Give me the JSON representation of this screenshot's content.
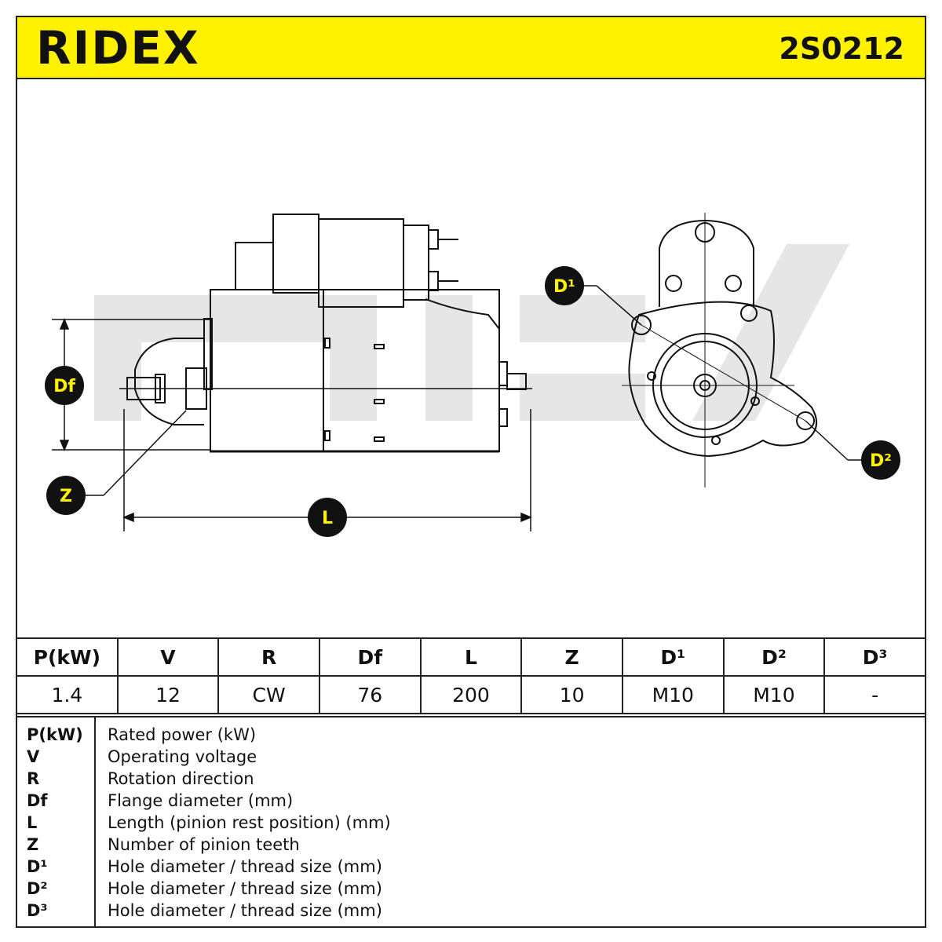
{
  "header": {
    "brand": "RIDEX",
    "part_number": "2S0212"
  },
  "diagram_labels": {
    "df": "Df",
    "z": "Z",
    "l": "L",
    "d1": "D¹",
    "d2": "D²"
  },
  "spec_table": {
    "headers": [
      "P(kW)",
      "V",
      "R",
      "Df",
      "L",
      "Z",
      "D¹",
      "D²",
      "D³"
    ],
    "values": [
      "1.4",
      "12",
      "CW",
      "76",
      "200",
      "10",
      "M10",
      "M10",
      "-"
    ]
  },
  "legend": [
    {
      "symbol": "P(kW)",
      "description": "Rated power (kW)"
    },
    {
      "symbol": "V",
      "description": "Operating voltage"
    },
    {
      "symbol": "R",
      "description": "Rotation direction"
    },
    {
      "symbol": "Df",
      "description": "Flange diameter (mm)"
    },
    {
      "symbol": "L",
      "description": "Length (pinion rest position) (mm)"
    },
    {
      "symbol": "Z",
      "description": "Number of pinion teeth"
    },
    {
      "symbol": "D¹",
      "description": "Hole diameter / thread size (mm)"
    },
    {
      "symbol": "D²",
      "description": "Hole diameter / thread size (mm)"
    },
    {
      "symbol": "D³",
      "description": "Hole diameter / thread size (mm)"
    }
  ],
  "colors": {
    "accent": "#fff200",
    "line": "#111111",
    "watermark": "#e6e6e6"
  }
}
